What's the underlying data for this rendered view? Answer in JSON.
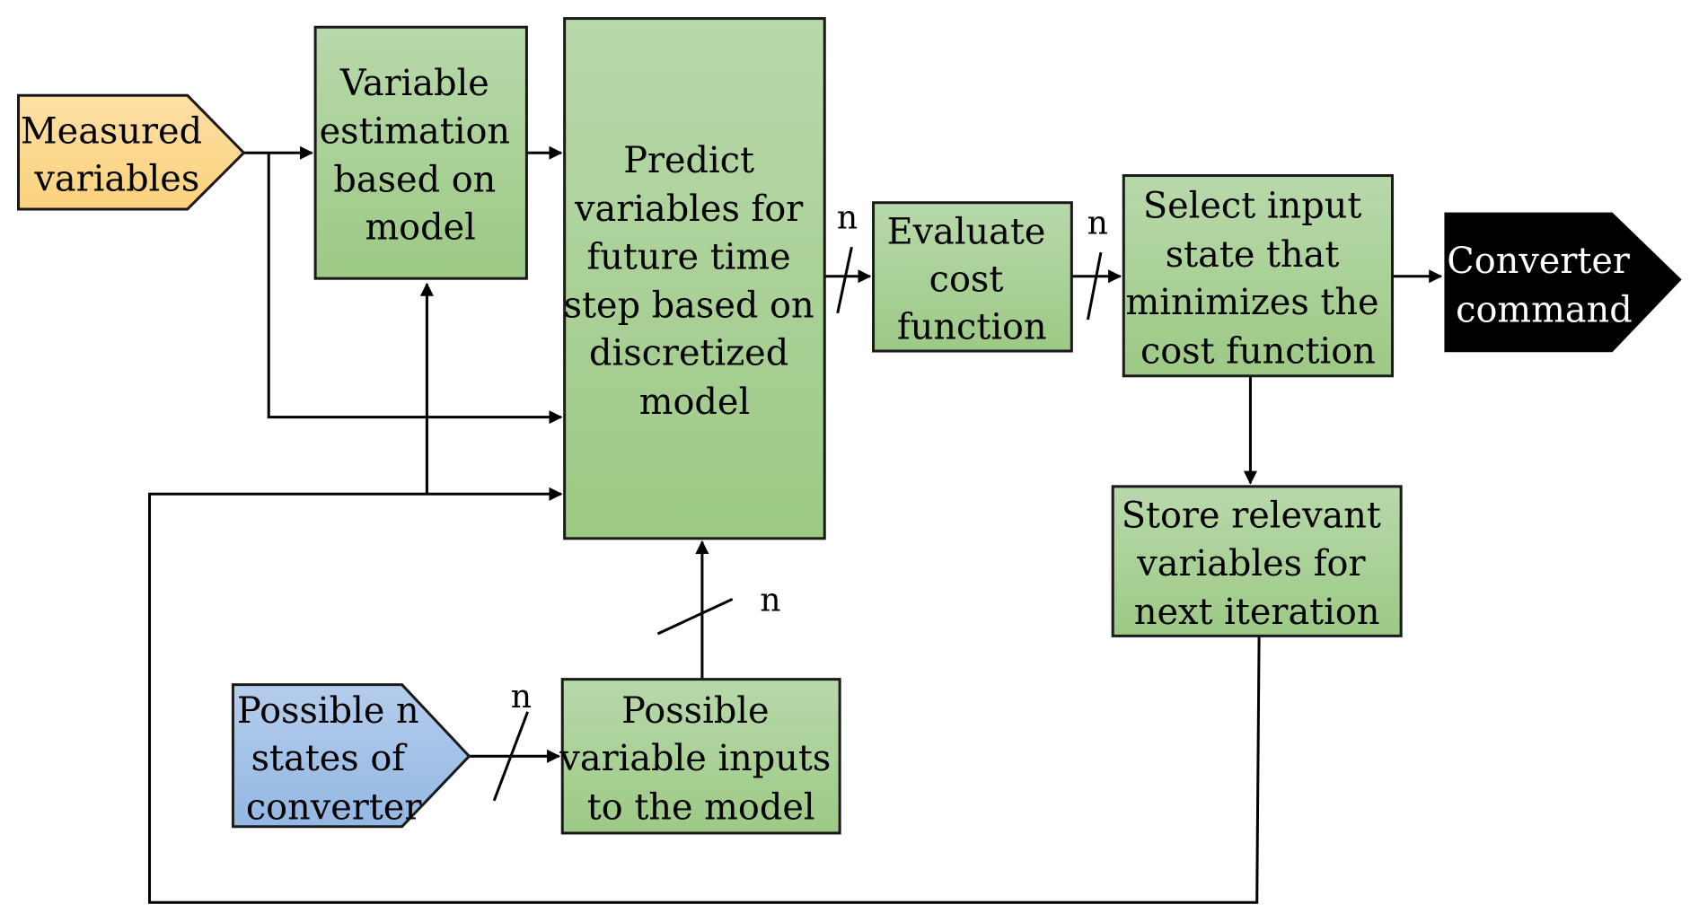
{
  "diagram": {
    "colors": {
      "green_top": "#b8d9ab",
      "green_bottom": "#9dc985",
      "orange_top": "#fde0a6",
      "orange_bottom": "#fcd27c",
      "blue_top": "#b5cdec",
      "blue_bottom": "#93b7e3",
      "black": "#000000",
      "line": "#000000"
    },
    "nodes": {
      "measured": {
        "lines": [
          "Measured",
          "variables"
        ]
      },
      "estimation": {
        "lines": [
          "Variable",
          "estimation",
          "based on",
          "model"
        ]
      },
      "predict": {
        "lines": [
          "Predict",
          "variables for",
          "future time",
          "step based on",
          "discretized",
          "model"
        ]
      },
      "evaluate": {
        "lines": [
          "Evaluate",
          "cost",
          "function"
        ]
      },
      "select": {
        "lines": [
          "Select input",
          "state that",
          "minimizes the",
          "cost function"
        ]
      },
      "converter": {
        "lines": [
          "Converter",
          "command"
        ]
      },
      "store": {
        "lines": [
          "Store relevant",
          "variables for",
          "next iteration"
        ]
      },
      "states": {
        "lines": [
          "Possible n",
          "states of",
          "converter"
        ]
      },
      "inputs": {
        "lines": [
          "Possible",
          "variable inputs",
          "to the model"
        ]
      }
    },
    "bus_labels": {
      "predict_to_evaluate": "n",
      "evaluate_to_select": "n",
      "inputs_to_predict": "n",
      "states_to_inputs": "n"
    }
  }
}
